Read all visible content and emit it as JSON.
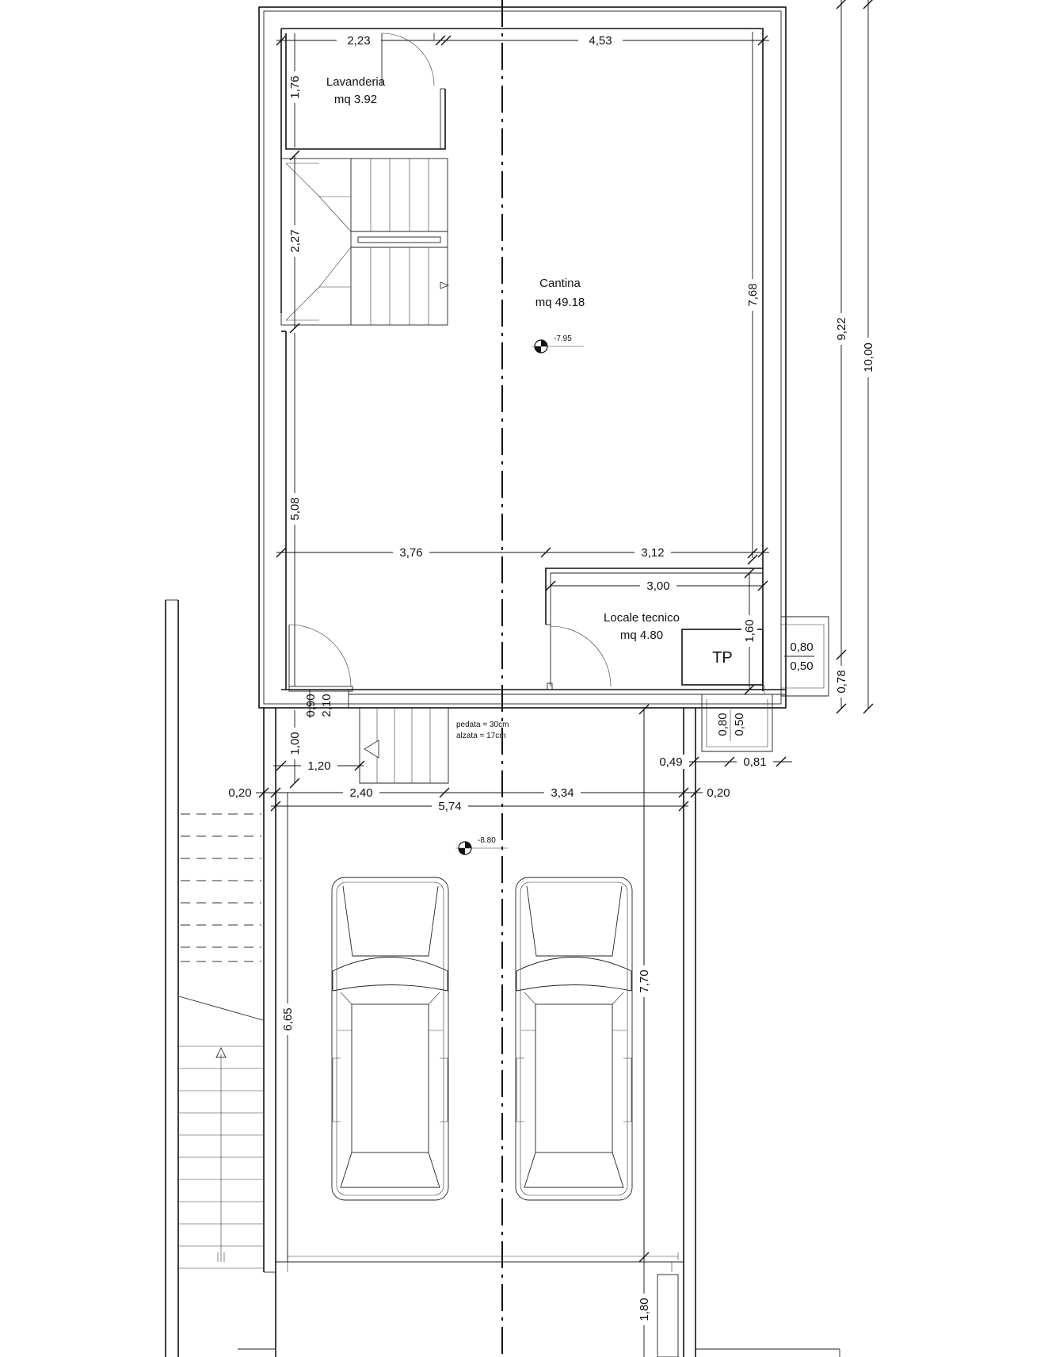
{
  "rooms": {
    "lavanderia": {
      "name": "Lavanderia",
      "area": "mq 3.92"
    },
    "cantina": {
      "name": "Cantina",
      "area": "mq 49.18"
    },
    "locale_tecnico": {
      "name": "Locale tecnico",
      "area": "mq 4.80"
    },
    "tp": {
      "label": "TP"
    }
  },
  "levels": {
    "cantina": "-7.95",
    "garage": "-8.80"
  },
  "stair_notes": {
    "pedata": "pedata = 30cm",
    "alzata": "alzata = 17cm"
  },
  "dimensions": {
    "d223": "2,23",
    "d453": "4,53",
    "d176": "1,76",
    "d227": "2,27",
    "d768": "7,68",
    "d922": "9,22",
    "d1000": "10,00",
    "d508": "5,08",
    "d376": "3,76",
    "d312": "3,12",
    "d300": "3,00",
    "d160": "1,60",
    "d080a": "0,80",
    "d050a": "0,50",
    "d078": "0,78",
    "d090": "0,90",
    "d210": "2,10",
    "d080b": "0,80",
    "d050b": "0,50",
    "d100": "1,00",
    "d120": "1,20",
    "d049": "0,49",
    "d081": "0,81",
    "d020a": "0,20",
    "d240": "2,40",
    "d334": "3,34",
    "d020b": "0,20",
    "d574": "5,74",
    "d665": "6,65",
    "d770": "7,70",
    "d180": "1,80"
  }
}
